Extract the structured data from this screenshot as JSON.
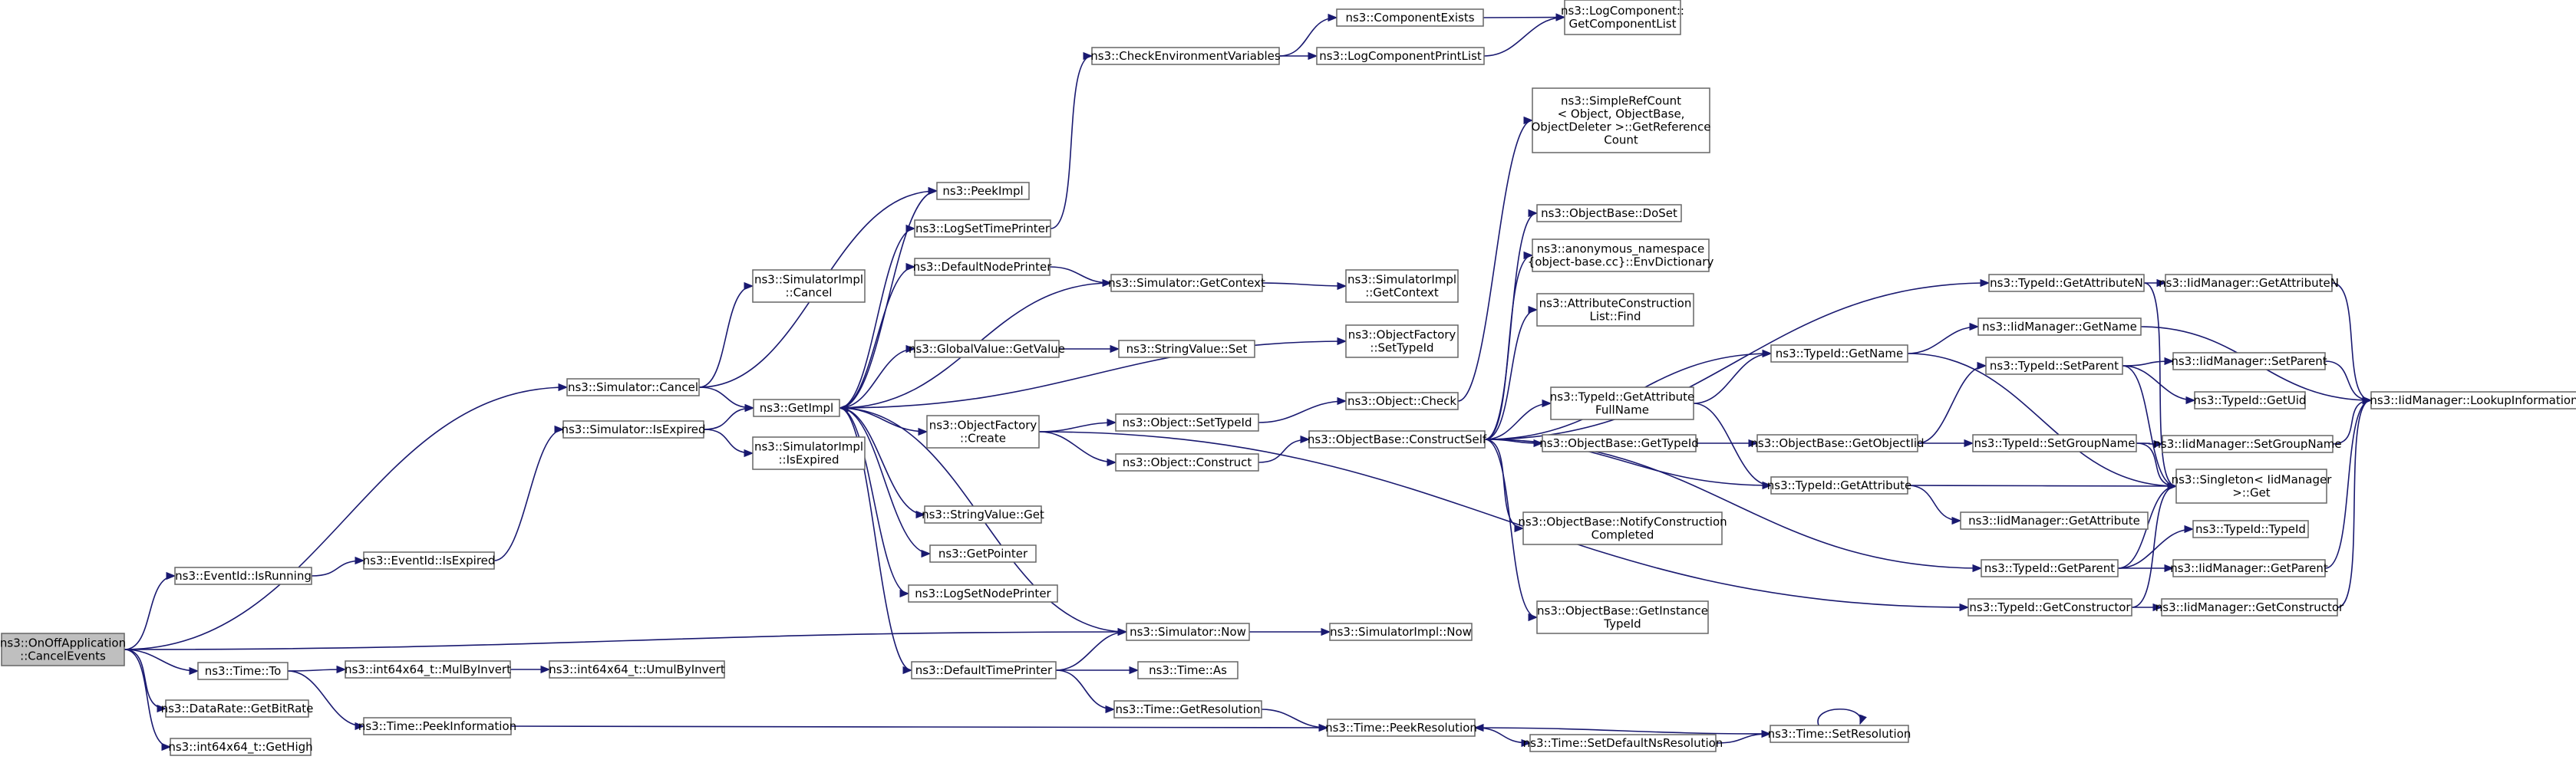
{
  "colors": {
    "edge": "#191970",
    "node_border": "#666666",
    "root_fill": "#bfbfbf",
    "node_fill": "#ffffff"
  },
  "nodes": {
    "root": [
      "ns3::OnOffApplication",
      "::CancelEvents"
    ],
    "eventIsRunning": [
      "ns3::EventId::IsRunning"
    ],
    "timeTo": [
      "ns3::Time::To"
    ],
    "dataRateGetBitRate": [
      "ns3::DataRate::GetBitRate"
    ],
    "int64GetHigh": [
      "ns3::int64x64_t::GetHigh"
    ],
    "simCancel": [
      "ns3::Simulator::Cancel"
    ],
    "simIsExpired": [
      "ns3::Simulator::IsExpired"
    ],
    "eventIsExpired": [
      "ns3::EventId::IsExpired"
    ],
    "mulByInvert": [
      "ns3::int64x64_t::MulByInvert"
    ],
    "umulByInvert": [
      "ns3::int64x64_t::UmulByInvert"
    ],
    "peekInformation": [
      "ns3::Time::PeekInformation"
    ],
    "simImplCancel": [
      "ns3::SimulatorImpl",
      "::Cancel"
    ],
    "simImplIsExpired": [
      "ns3::SimulatorImpl",
      "::IsExpired"
    ],
    "getImpl": [
      "ns3::GetImpl"
    ],
    "peekImpl": [
      "ns3::PeekImpl"
    ],
    "logSetTimePrinter": [
      "ns3::LogSetTimePrinter"
    ],
    "defaultNodePrinter": [
      "ns3::DefaultNodePrinter"
    ],
    "globalValueGetValue": [
      "ns3::GlobalValue::GetValue"
    ],
    "objectFactoryCreate": [
      "ns3::ObjectFactory",
      "::Create"
    ],
    "stringValueGet": [
      "ns3::StringValue::Get"
    ],
    "getPointer": [
      "ns3::GetPointer"
    ],
    "logSetNodePrinter": [
      "ns3::LogSetNodePrinter"
    ],
    "defaultTimePrinter": [
      "ns3::DefaultTimePrinter"
    ],
    "checkEnvVars": [
      "ns3::CheckEnvironmentVariables"
    ],
    "simGetContext": [
      "ns3::Simulator::GetContext"
    ],
    "stringValueSet": [
      "ns3::StringValue::Set"
    ],
    "objectSetTypeId": [
      "ns3::Object::SetTypeId"
    ],
    "objectConstruct": [
      "ns3::Object::Construct"
    ],
    "simNow": [
      "ns3::Simulator::Now"
    ],
    "timeAs": [
      "ns3::Time::As"
    ],
    "timeGetResolution": [
      "ns3::Time::GetResolution"
    ],
    "componentExists": [
      "ns3::ComponentExists"
    ],
    "logComponentPrintList": [
      "ns3::LogComponentPrintList"
    ],
    "simImplGetContext": [
      "ns3::SimulatorImpl",
      "::GetContext"
    ],
    "objectFactorySetTypeId": [
      "ns3::ObjectFactory",
      "::SetTypeId"
    ],
    "objectCheck": [
      "ns3::Object::Check"
    ],
    "constructSelf": [
      "ns3::ObjectBase::ConstructSelf"
    ],
    "simImplNow": [
      "ns3::SimulatorImpl::Now"
    ],
    "peekResolution": [
      "ns3::Time::PeekResolution"
    ],
    "logComponentGetList": [
      "ns3::LogComponent::",
      "GetComponentList"
    ],
    "simpleRefCount": [
      "ns3::SimpleRefCount",
      "< Object, ObjectBase,",
      "ObjectDeleter >::GetReference",
      "Count"
    ],
    "objectBaseDoSet": [
      "ns3::ObjectBase::DoSet"
    ],
    "anonEnvDictionary": [
      "ns3::anonymous_namespace",
      "{object-base.cc}::EnvDictionary"
    ],
    "attrConstructionFind": [
      "ns3::AttributeConstruction",
      "List::Find"
    ],
    "typeIdGetAttrFullName": [
      "ns3::TypeId::GetAttribute",
      "FullName"
    ],
    "objectBaseGetTypeId": [
      "ns3::ObjectBase::GetTypeId"
    ],
    "notifyConstruction": [
      "ns3::ObjectBase::NotifyConstruction",
      "Completed"
    ],
    "getInstanceTypeId": [
      "ns3::ObjectBase::GetInstance",
      "TypeId"
    ],
    "setDefaultNsResolution": [
      "ns3::Time::SetDefaultNsResolution"
    ],
    "typeIdGetName": [
      "ns3::TypeId::GetName"
    ],
    "typeIdGetAttributeN": [
      "ns3::TypeId::GetAttributeN"
    ],
    "objectBaseGetObjectIid": [
      "ns3::ObjectBase::GetObjectIid"
    ],
    "typeIdGetAttribute": [
      "ns3::TypeId::GetAttribute"
    ],
    "typeIdGetParent": [
      "ns3::TypeId::GetParent"
    ],
    "typeIdGetConstructor": [
      "ns3::TypeId::GetConstructor"
    ],
    "timeSetResolution": [
      "ns3::Time::SetResolution"
    ],
    "iidGetName": [
      "ns3::IidManager::GetName"
    ],
    "typeIdSetParent": [
      "ns3::TypeId::SetParent"
    ],
    "typeIdSetGroupName": [
      "ns3::TypeId::SetGroupName"
    ],
    "iidGetAttribute": [
      "ns3::IidManager::GetAttribute"
    ],
    "typeIdTypeId": [
      "ns3::TypeId::TypeId"
    ],
    "iidGetAttributeN": [
      "ns3::IidManager::GetAttributeN"
    ],
    "iidSetParent": [
      "ns3::IidManager::SetParent"
    ],
    "typeIdGetUid": [
      "ns3::TypeId::GetUid"
    ],
    "iidSetGroupName": [
      "ns3::IidManager::SetGroupName"
    ],
    "singletonGet": [
      "ns3::Singleton< IidManager",
      ">::Get"
    ],
    "iidGetParent": [
      "ns3::IidManager::GetParent"
    ],
    "iidGetConstructor": [
      "ns3::IidManager::GetConstructor"
    ],
    "iidLookupInformation": [
      "ns3::IidManager::LookupInformation"
    ]
  }
}
